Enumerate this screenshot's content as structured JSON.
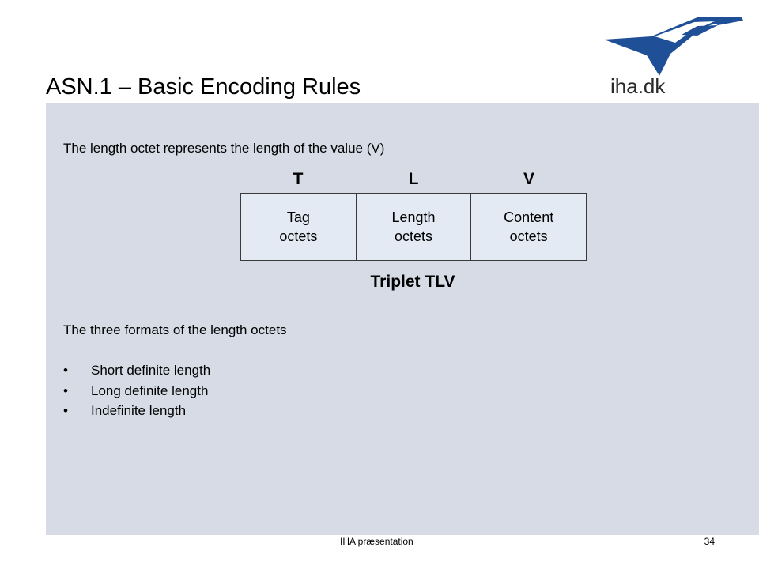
{
  "slide": {
    "title": "ASN.1 – Basic Encoding Rules",
    "logo_text": "iha.dk",
    "logo_color": "#1f4f96"
  },
  "content": {
    "intro": "The length octet represents the length of the value (V)",
    "tlv": {
      "letters": [
        "T",
        "L",
        "V"
      ],
      "cells": [
        "Tag\noctets",
        "Length\noctets",
        "Content\noctets"
      ],
      "caption": "Triplet TLV"
    },
    "formats_heading": "The three formats of the length octets",
    "bullets": [
      "Short definite length",
      "Long definite length",
      "Indefinite length"
    ]
  },
  "footer": {
    "text": "IHA præsentation",
    "page_number": "34"
  }
}
